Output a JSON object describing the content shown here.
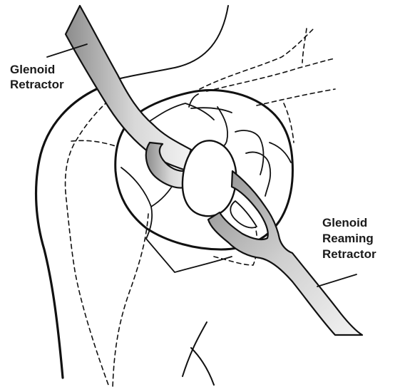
{
  "labels": {
    "glenoid_retractor": [
      "Glenoid",
      "Retractor"
    ],
    "glenoid_reaming_retractor": [
      "Glenoid",
      "Reaming",
      "Retractor"
    ]
  },
  "colors": {
    "ink": "#111111",
    "retractor_dark": "#8c8c8c",
    "retractor_light": "#f2f2f2",
    "background": "#ffffff"
  }
}
